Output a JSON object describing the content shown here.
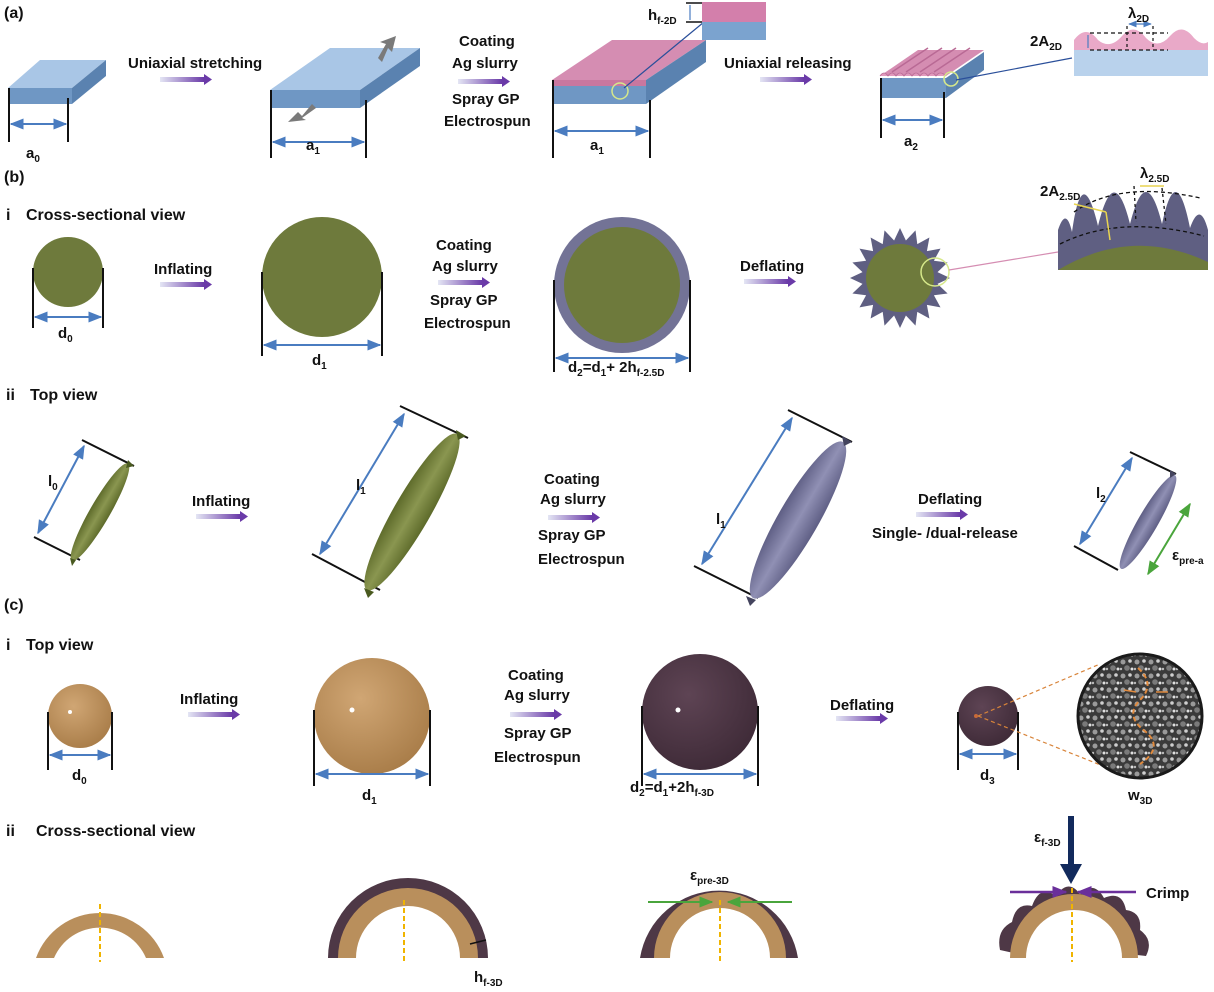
{
  "panels": {
    "a": {
      "label": "(a)"
    },
    "b": {
      "label": "(b)",
      "view_i": "Cross-sectional view",
      "view_ii": "Top view"
    },
    "c": {
      "label": "(c)",
      "view_i": "Top view",
      "view_ii": "Cross-sectional view"
    },
    "roman_i": "i",
    "roman_ii": "ii"
  },
  "steps": {
    "uniaxial_stretching": "Uniaxial stretching",
    "uniaxial_releasing": "Uniaxial releasing",
    "inflating": "Inflating",
    "deflating": "Deflating",
    "single_dual_release": "Single- /dual-release",
    "coating_1": "Coating",
    "coating_2": "Ag slurry",
    "coating_3": "Spray GP",
    "coating_4": "Electrospun",
    "crimp": "Crimp"
  },
  "dims": {
    "a0": {
      "base": "a",
      "sub": "0"
    },
    "a1": {
      "base": "a",
      "sub": "1"
    },
    "a2": {
      "base": "a",
      "sub": "2"
    },
    "hf2d": {
      "base": "h",
      "sub": "f-2D"
    },
    "A2d": {
      "base": "2A",
      "sub": "2D"
    },
    "lam2d": {
      "base": "λ",
      "sub": "2D"
    },
    "d0": {
      "base": "d",
      "sub": "0"
    },
    "d1": {
      "base": "d",
      "sub": "1"
    },
    "d2_25": {
      "base": "d",
      "sub1": "2",
      "mid": "=d",
      "sub2": "1",
      "mid2": "+ 2h",
      "sub3": "f-2.5D"
    },
    "A25d": {
      "base": "2A",
      "sub": "2.5D"
    },
    "lam25d": {
      "base": "λ",
      "sub": "2.5D"
    },
    "l0": {
      "base": "l",
      "sub": "0"
    },
    "l1": {
      "base": "l",
      "sub": "1"
    },
    "l2": {
      "base": "l",
      "sub": "2"
    },
    "epre_a": {
      "base": "ε",
      "sub": "pre-a"
    },
    "d2_3d": {
      "base": "d",
      "sub1": "2",
      "mid": "=d",
      "sub2": "1",
      "mid2": "+2h",
      "sub3": "f-3D"
    },
    "d3": {
      "base": "d",
      "sub": "3"
    },
    "w3d": {
      "base": "w",
      "sub": "3D"
    },
    "hf3d": {
      "base": "h",
      "sub": "f-3D"
    },
    "epre3d": {
      "base": "ε",
      "sub": "pre-3D"
    },
    "ef3d": {
      "base": "ε",
      "sub": "f-3D"
    }
  },
  "colors": {
    "substrate_blue": "#7ba3cf",
    "film_pink": "#d37fab",
    "balloon_green": "#6e7a3c",
    "coat_purple": "#737396",
    "balloon_tan": "#b98f5c",
    "coated_dark": "#4e3846",
    "dim_line": "#4a7cc0",
    "epsilon_green": "#4aa53c",
    "crimp_purple": "#6a2f9a",
    "force_navy": "#122a5c"
  }
}
